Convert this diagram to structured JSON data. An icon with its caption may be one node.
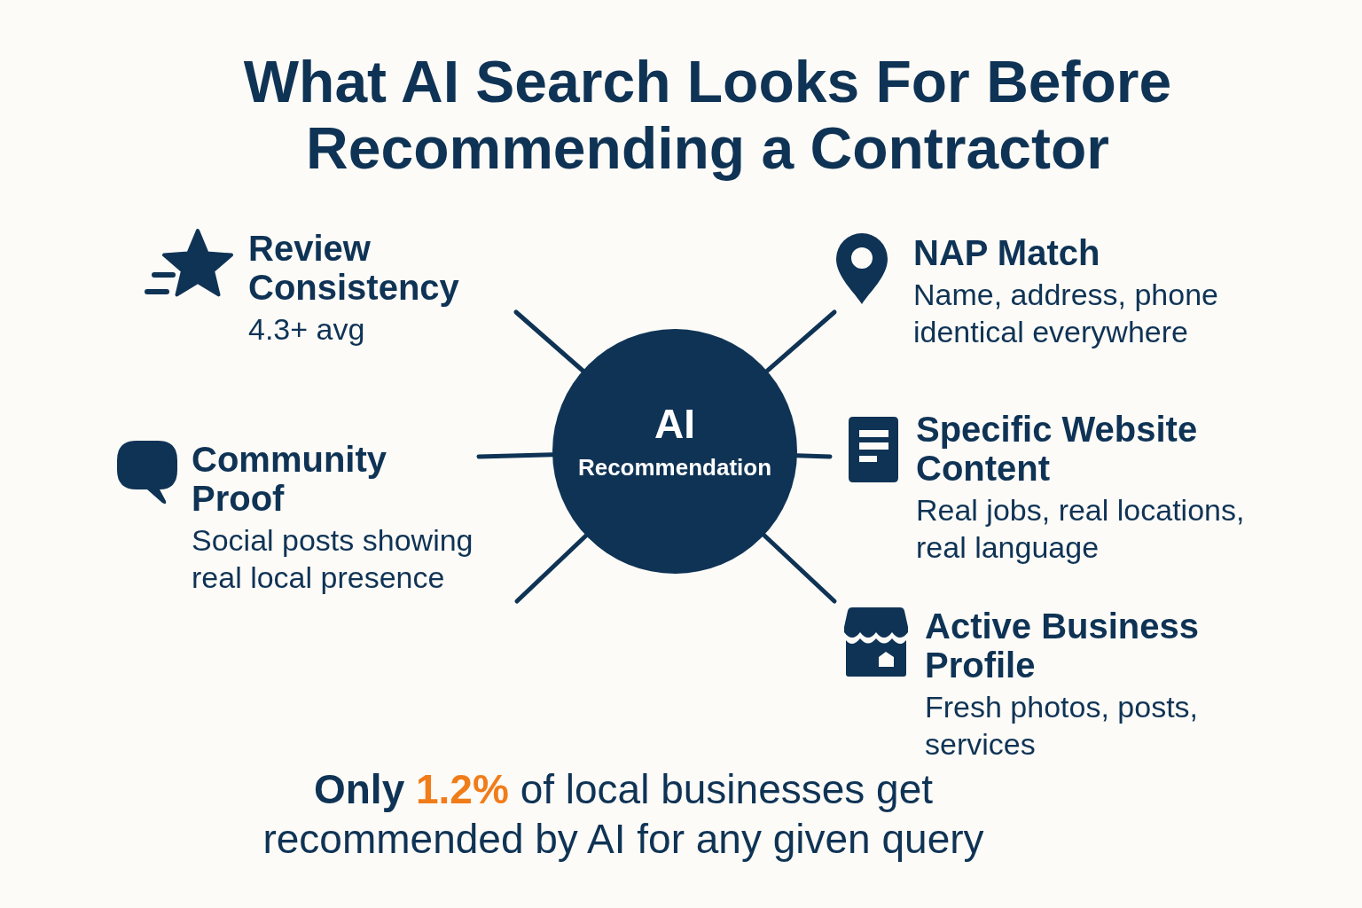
{
  "diagram": {
    "title": "What AI Search Looks For Before Recommending a Contractor",
    "caption": "**Only** **1.2%** of local businesses get recommended by AI for any given query",
    "nodes": [
      {
        "text": [
          "Review Consistency",
          "4.3+ avg"
        ]
      },
      {
        "text": [
          "NAP Match",
          "Name, address, phone identical everywhere"
        ]
      },
      {
        "text": [
          "Community Proof",
          "Social posts showing real local presence"
        ]
      },
      {
        "text": [
          "AI",
          "Recommendation"
        ]
      },
      {
        "text": [
          "Specific Website Content",
          "Real jobs, real locations, real language"
        ]
      },
      {
        "text": [
          "Active Business Profile",
          "Fresh photos, posts, services"
        ]
      }
    ],
    "edges": [
      {
        "from": 3,
        "to": 0,
        "arrow": "none"
      },
      {
        "from": 3,
        "to": 1,
        "arrow": "none"
      },
      {
        "from": 3,
        "to": 2,
        "arrow": "none"
      },
      {
        "from": 3,
        "to": 4,
        "arrow": "none"
      },
      {
        "from": 3,
        "to": null,
        "arrow": "none"
      },
      {
        "from": 3,
        "to": 5,
        "arrow": "none"
      }
    ]
  }
}
